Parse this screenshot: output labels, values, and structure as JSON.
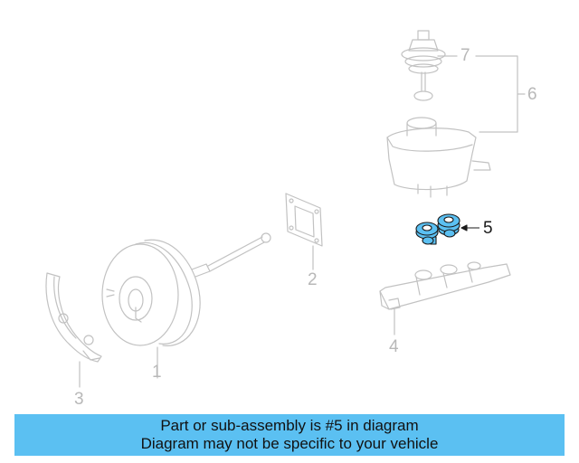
{
  "callouts": {
    "c1": "1",
    "c2": "2",
    "c3": "3",
    "c4": "4",
    "c5": "5",
    "c6": "6",
    "c7": "7"
  },
  "highlight_color": "#5bc0f2",
  "banner": {
    "line1": "Part or sub-assembly is #5 in diagram",
    "line2": "Diagram may not be specific to your vehicle"
  }
}
